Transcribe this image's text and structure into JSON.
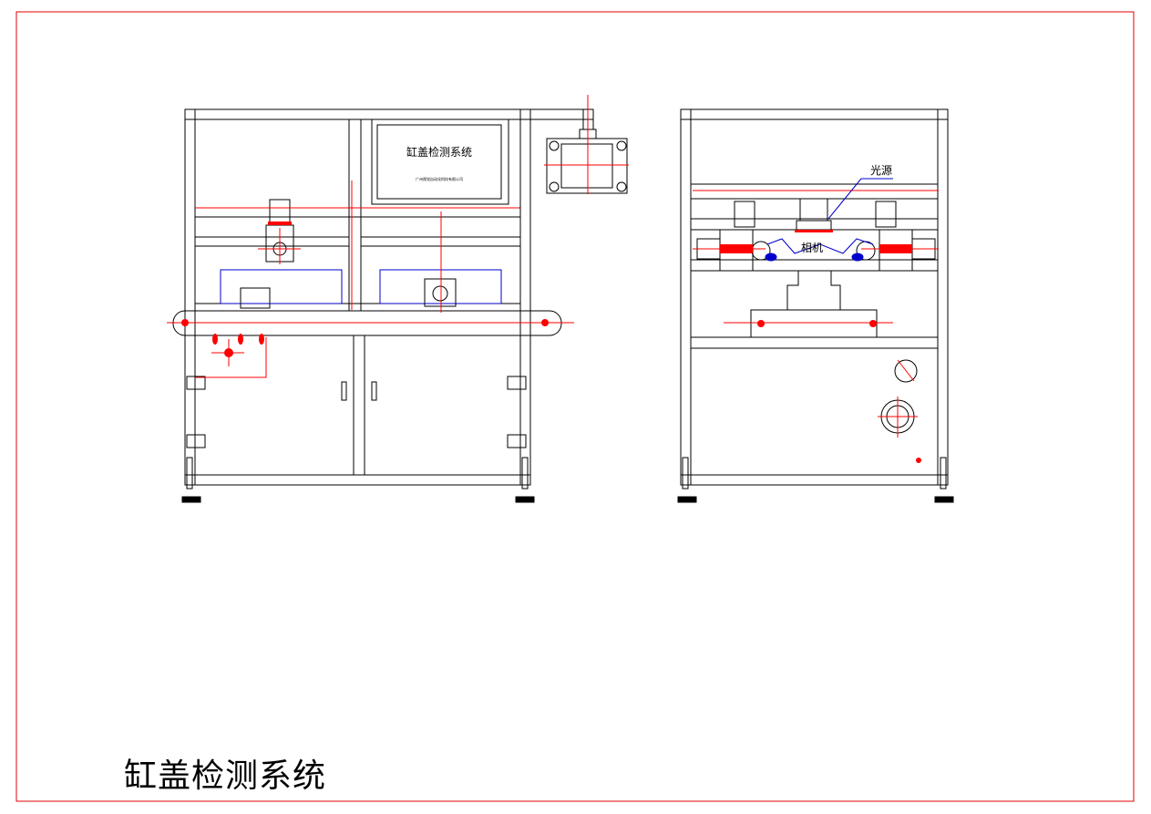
{
  "drawing": {
    "title": "缸盖检测系统",
    "screen_title": "缸盖检测系统",
    "screen_subtitle": "广州视觉自动化科技有限公司",
    "callouts": {
      "light_source": "光源",
      "camera": "相机"
    }
  },
  "colors": {
    "frame": "#000000",
    "border": "#e00000",
    "center_line": "#ff0000",
    "conveyor": "#0000cc"
  }
}
